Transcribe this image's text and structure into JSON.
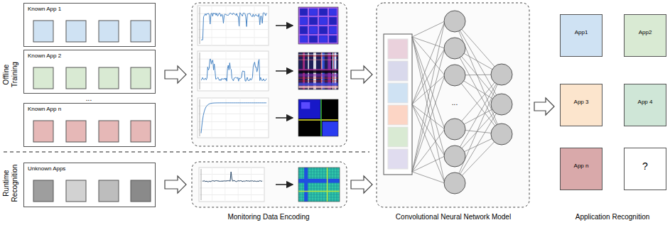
{
  "diagram": {
    "nodes": [
      {
        "text": [
          "Known App 1"
        ]
      },
      {
        "text": [
          "Known App 2"
        ]
      },
      {
        "text": [
          "Known App n"
        ]
      },
      {
        "text": [
          "Unknown Apps"
        ]
      },
      {
        "text": [
          "App1"
        ]
      },
      {
        "text": [
          "App2"
        ]
      },
      {
        "text": [
          "App 3"
        ]
      },
      {
        "text": [
          "App 4"
        ]
      },
      {
        "text": [
          "App n"
        ]
      },
      {
        "text": [
          "?"
        ]
      }
    ],
    "labels": [
      "Offline Training",
      "Runtime Recognition",
      "...",
      "...",
      "Monitoring Data Encoding",
      "Convolutional Neural Network Model",
      "Application Recognition"
    ]
  }
}
